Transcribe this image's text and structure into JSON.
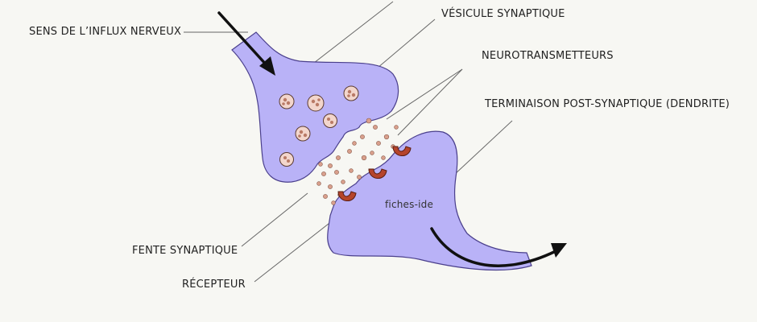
{
  "labels": {
    "sens_influx": "SENS DE L’INFLUX NERVEUX",
    "vesicule": "VÉSICULE SYNAPTIQUE",
    "neurotransmetteurs": "NEUROTRANSMETTEURS",
    "terminaison_post": "TERMINAISON POST-SYNAPTIQUE (DENDRITE)",
    "fente": "FENTE SYNAPTIQUE",
    "recepteur": "RÉCEPTEUR",
    "watermark": "fiches-ide"
  },
  "colors": {
    "neuron_fill": "#b9b2f7",
    "neuron_stroke": "#4a3f8c",
    "vesicle_fill": "#f3d6cc",
    "receptor_fill": "#b5442b",
    "neurotransmitter_fill": "#d9a08d",
    "arrow": "#111111",
    "leader_line": "#555555",
    "background": "#f7f7f3"
  }
}
